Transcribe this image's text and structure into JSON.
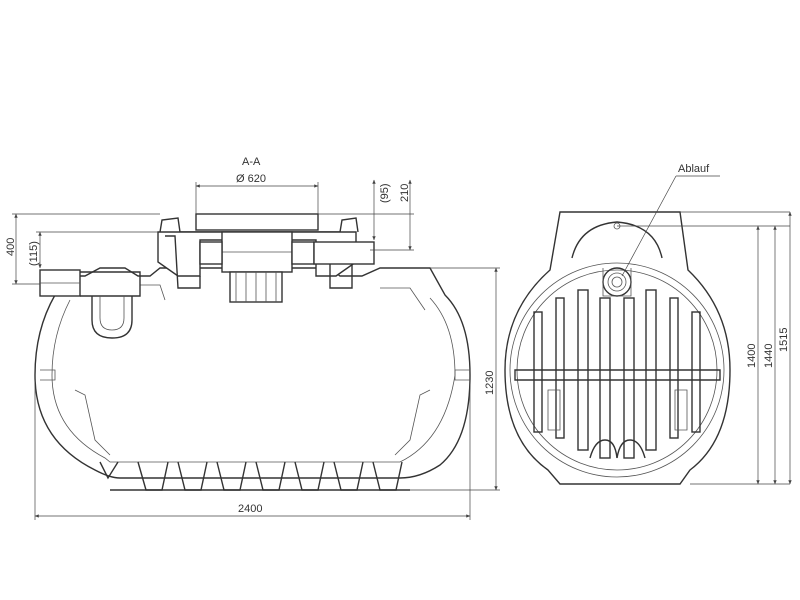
{
  "section_label": "A-A",
  "diameter_label": "Ø 620",
  "dims": {
    "d95": "(95)",
    "d210": "210",
    "d400": "400",
    "d115": "(115)",
    "d1230": "1230",
    "d2400": "2400",
    "d1400": "1400",
    "d1440": "1440",
    "d1515": "1515"
  },
  "ablauf_label": "Ablauf"
}
